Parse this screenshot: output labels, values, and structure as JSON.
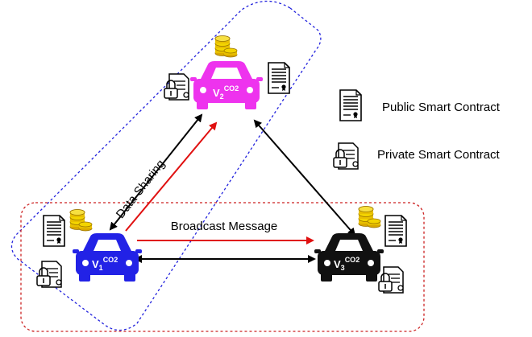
{
  "diagram": {
    "vehicles": [
      {
        "id": "v1",
        "label_main": "V",
        "label_sub": "1",
        "label_sup": "CO2",
        "color": "#2222e6"
      },
      {
        "id": "v2",
        "label_main": "V",
        "label_sub": "2",
        "label_sup": "CO2",
        "color": "#ee33ee"
      },
      {
        "id": "v3",
        "label_main": "V",
        "label_sub": "3",
        "label_sup": "CO2",
        "color": "#111111"
      }
    ],
    "edge_labels": {
      "data_sharing": "Data Sharing",
      "broadcast": "Broadcast Message"
    },
    "legend": {
      "public": "Public Smart Contract",
      "private": "Private Smart Contract"
    },
    "colors": {
      "blue_group_border": "#2222dd",
      "red_group_border": "#cc2222",
      "red_arrow": "#e01010",
      "black_arrow": "#000000",
      "coin": "#e8c000"
    },
    "icons": [
      "coin-stack-icon",
      "public-contract-icon",
      "private-contract-icon",
      "car-icon"
    ]
  }
}
